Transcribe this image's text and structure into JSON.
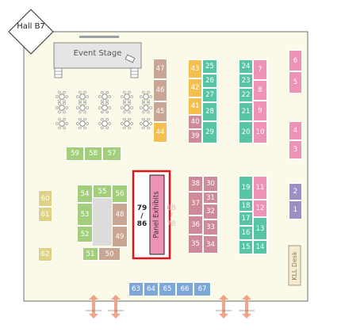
{
  "hall": {
    "label": "Hall B7"
  },
  "stage": {
    "label": "Event Stage"
  },
  "panel": {
    "label": "Panel Exhibits",
    "range_top": "79",
    "range_sep": "/",
    "range_bottom": "86",
    "faint_top": "68",
    "faint_sep": "/",
    "faint_bottom": "78"
  },
  "desk": {
    "label": "KLL Desk"
  },
  "colors": {
    "floor": "#fbf9e8",
    "brown": "#c9a593",
    "orange": "#f5bf4f",
    "mauve": "#cf8a9a",
    "teal": "#58c4a6",
    "pink": "#ee92b6",
    "green": "#a3cf7c",
    "khaki": "#dfd284",
    "purple": "#9f8dc6",
    "blue": "#7ea7d9",
    "highlight": "#e0141c",
    "arrows": "#f0a48a"
  },
  "booths": [
    {
      "n": "47",
      "c": "brown"
    },
    {
      "n": "46",
      "c": "brown"
    },
    {
      "n": "45",
      "c": "brown"
    },
    {
      "n": "44",
      "c": "orange"
    },
    {
      "n": "43",
      "c": "orange"
    },
    {
      "n": "42",
      "c": "orange"
    },
    {
      "n": "41",
      "c": "orange"
    },
    {
      "n": "40",
      "c": "mauve"
    },
    {
      "n": "39",
      "c": "mauve"
    },
    {
      "n": "25",
      "c": "teal"
    },
    {
      "n": "26",
      "c": "teal"
    },
    {
      "n": "27",
      "c": "teal"
    },
    {
      "n": "28",
      "c": "teal"
    },
    {
      "n": "29",
      "c": "teal"
    },
    {
      "n": "24",
      "c": "teal"
    },
    {
      "n": "23",
      "c": "teal"
    },
    {
      "n": "22",
      "c": "teal"
    },
    {
      "n": "21",
      "c": "teal"
    },
    {
      "n": "20",
      "c": "teal"
    },
    {
      "n": "7",
      "c": "pink"
    },
    {
      "n": "8",
      "c": "pink"
    },
    {
      "n": "9",
      "c": "pink"
    },
    {
      "n": "10",
      "c": "pink"
    },
    {
      "n": "6",
      "c": "pink"
    },
    {
      "n": "5",
      "c": "pink"
    },
    {
      "n": "4",
      "c": "pink"
    },
    {
      "n": "3",
      "c": "pink"
    },
    {
      "n": "59",
      "c": "green"
    },
    {
      "n": "58",
      "c": "green"
    },
    {
      "n": "57",
      "c": "green"
    },
    {
      "n": "54",
      "c": "green"
    },
    {
      "n": "55",
      "c": "green"
    },
    {
      "n": "56",
      "c": "green"
    },
    {
      "n": "53",
      "c": "green"
    },
    {
      "n": "52",
      "c": "green"
    },
    {
      "n": "51",
      "c": "green"
    },
    {
      "n": "48",
      "c": "brown"
    },
    {
      "n": "49",
      "c": "brown"
    },
    {
      "n": "50",
      "c": "brown"
    },
    {
      "n": "60",
      "c": "khaki"
    },
    {
      "n": "61",
      "c": "khaki"
    },
    {
      "n": "62",
      "c": "khaki"
    },
    {
      "n": "38",
      "c": "mauve"
    },
    {
      "n": "37",
      "c": "mauve"
    },
    {
      "n": "36",
      "c": "mauve"
    },
    {
      "n": "35",
      "c": "mauve"
    },
    {
      "n": "30",
      "c": "mauve"
    },
    {
      "n": "31",
      "c": "mauve"
    },
    {
      "n": "32",
      "c": "mauve"
    },
    {
      "n": "33",
      "c": "mauve"
    },
    {
      "n": "34",
      "c": "mauve"
    },
    {
      "n": "19",
      "c": "teal"
    },
    {
      "n": "18",
      "c": "teal"
    },
    {
      "n": "17",
      "c": "teal"
    },
    {
      "n": "16",
      "c": "teal"
    },
    {
      "n": "15",
      "c": "teal"
    },
    {
      "n": "11",
      "c": "pink"
    },
    {
      "n": "12",
      "c": "pink"
    },
    {
      "n": "13",
      "c": "teal"
    },
    {
      "n": "14",
      "c": "teal"
    },
    {
      "n": "2",
      "c": "purple"
    },
    {
      "n": "1",
      "c": "purple"
    },
    {
      "n": "63",
      "c": "blue"
    },
    {
      "n": "64",
      "c": "blue"
    },
    {
      "n": "65",
      "c": "blue"
    },
    {
      "n": "66",
      "c": "blue"
    },
    {
      "n": "67",
      "c": "blue"
    }
  ]
}
